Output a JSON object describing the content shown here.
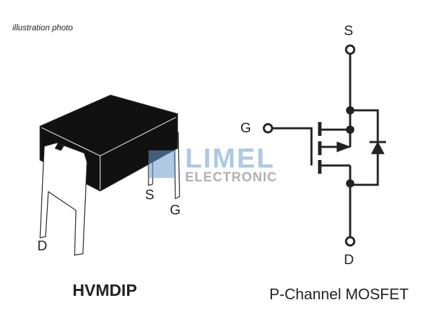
{
  "caption": "illustration photo",
  "package": {
    "title": "HVMDIP",
    "pins": {
      "d": "D",
      "s": "S",
      "g": "G"
    }
  },
  "schematic": {
    "title": "P-Channel MOSFET",
    "pins": {
      "s": "S",
      "g": "G",
      "d": "D"
    }
  },
  "watermark": {
    "line1": "LIMEL",
    "line2": "ELECTRONIC"
  }
}
